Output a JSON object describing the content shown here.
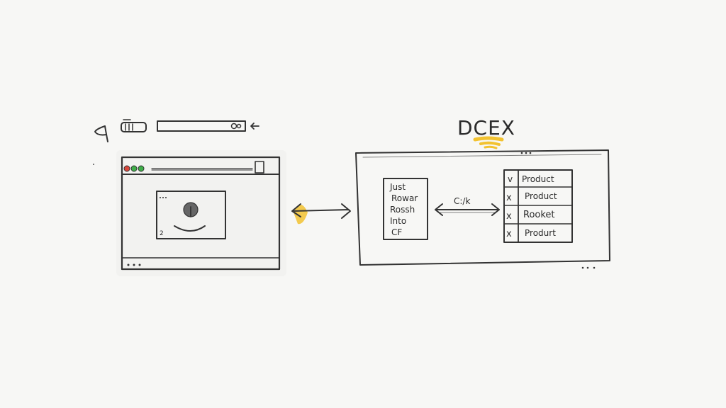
{
  "diagram": {
    "title": "DCEX",
    "connector_label": "C:/k",
    "left_list": {
      "items": [
        "Just",
        "Rowar",
        "Rossh",
        "Into",
        "CF"
      ]
    },
    "right_table": {
      "rows": [
        {
          "mark": "v",
          "label": "Product"
        },
        {
          "mark": "x",
          "label": "Product"
        },
        {
          "mark": "x",
          "label": "Rooket"
        },
        {
          "mark": "x",
          "label": "Produrt"
        }
      ]
    }
  },
  "colors": {
    "ink": "#333333",
    "highlight": "#f2c230",
    "dot_red": "#d9463b",
    "dot_green": "#3fae49",
    "paper": "#f7f7f5"
  },
  "icons": {
    "back": "back-arrow-icon",
    "toggle": "toggle-icon",
    "search": "search-icon",
    "collapse": "left-arrow-icon",
    "avatar": "smiley-face-icon"
  }
}
